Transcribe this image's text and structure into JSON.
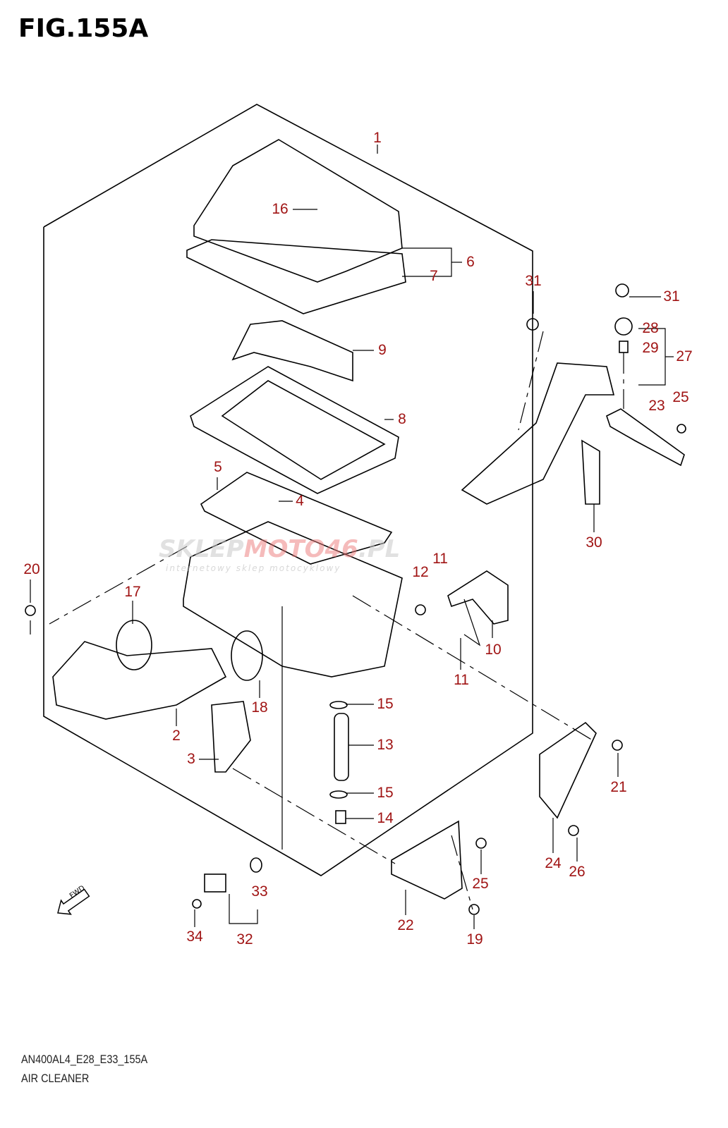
{
  "figure": {
    "title": "FIG.155A",
    "code": "AN400AL4_E28_E33_155A",
    "name": "AIR CLEANER"
  },
  "watermark": {
    "main_a": "SKLEP",
    "main_b": "MOTO46",
    "main_c": ".PL",
    "sub": "internetowy sklep motocyklowy"
  },
  "fwd_label": "FWD",
  "colors": {
    "callout": "#a01414",
    "lines": "#000000"
  },
  "callouts": [
    "1",
    "16",
    "6",
    "7",
    "9",
    "8",
    "5",
    "4",
    "31",
    "31",
    "28",
    "29",
    "27",
    "25",
    "23",
    "30",
    "20",
    "17",
    "12",
    "11",
    "10",
    "11",
    "18",
    "2",
    "15",
    "13",
    "3",
    "15",
    "14",
    "21",
    "24",
    "26",
    "25",
    "22",
    "19",
    "33",
    "32",
    "34"
  ]
}
